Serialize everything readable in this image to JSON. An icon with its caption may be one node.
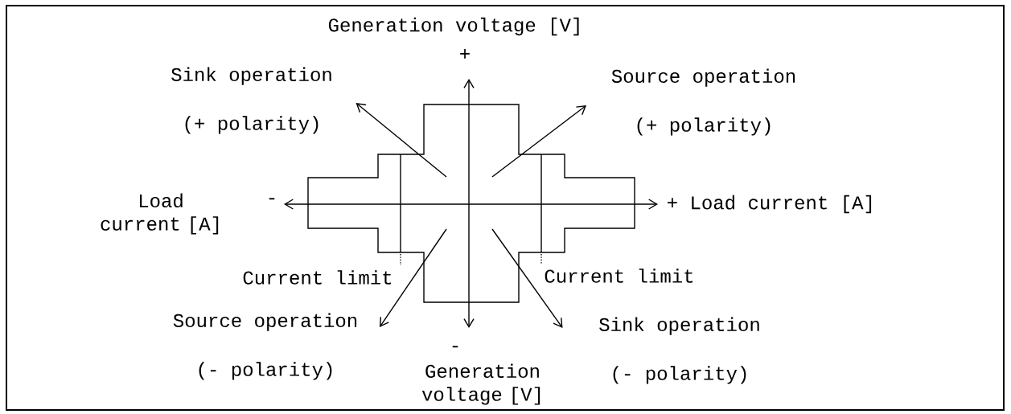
{
  "diagram": {
    "nodes": [
      {
        "text": [
          "Sink operation",
          "(+ polarity)"
        ]
      },
      {
        "text": [
          "Source operation",
          "(+ polarity)"
        ]
      },
      {
        "text": [
          "Source operation",
          "(- polarity)"
        ]
      },
      {
        "text": [
          "Sink operation",
          "(- polarity)"
        ]
      }
    ],
    "edges": [
      {
        "from": null,
        "to": 0,
        "arrow": "to"
      },
      {
        "from": null,
        "to": 1,
        "arrow": "to"
      },
      {
        "from": null,
        "to": 2,
        "arrow": "to"
      },
      {
        "from": null,
        "to": 3,
        "arrow": "to"
      }
    ],
    "labels": [
      "Generation voltage [V]",
      "+",
      "Load current [A]",
      "-",
      "+ Load current [A]",
      "Current limit",
      "Current limit",
      "-",
      "Generation voltage [V]"
    ]
  }
}
